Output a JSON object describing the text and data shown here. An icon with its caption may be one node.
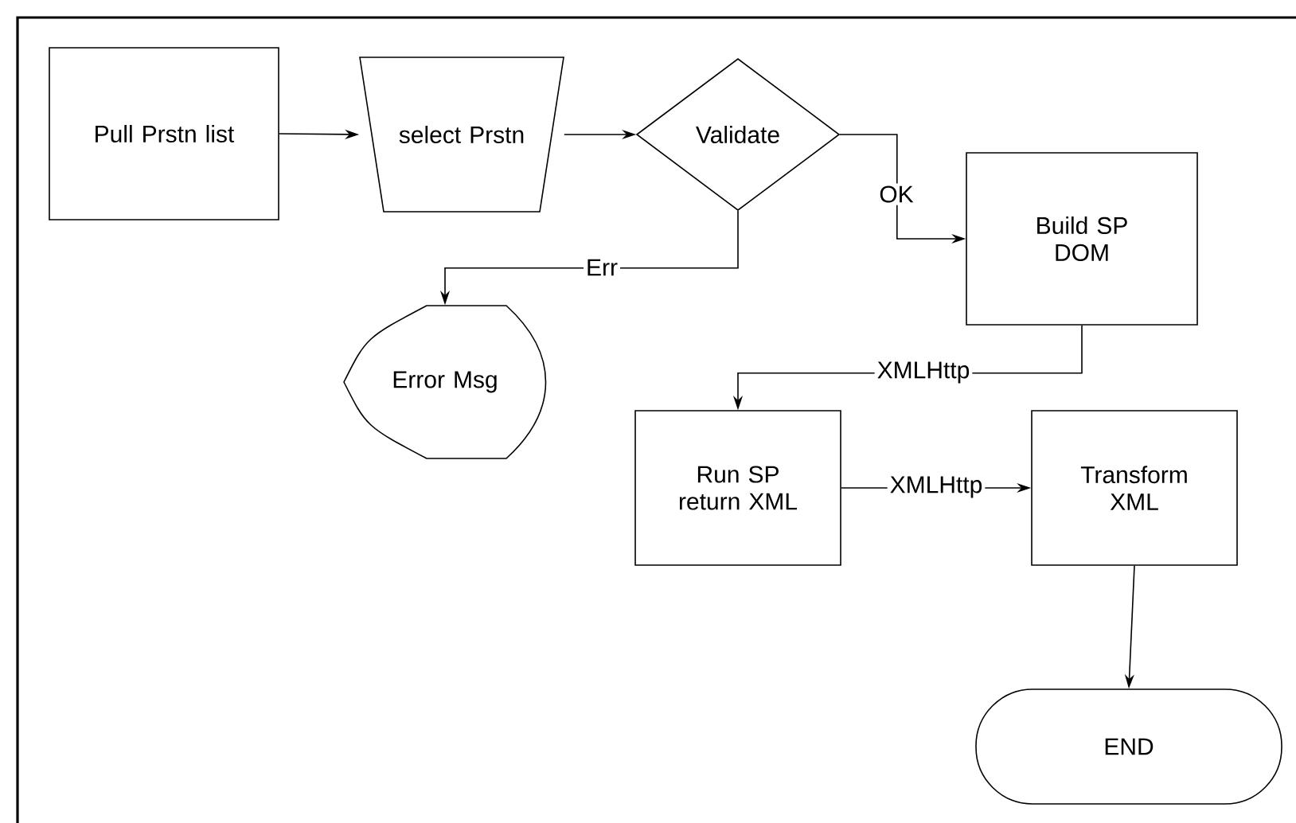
{
  "diagram": {
    "nodes": [
      {
        "text": [
          "Pull Prstn list"
        ]
      },
      {
        "text": [
          "select Prstn"
        ]
      },
      {
        "text": [
          "Validate"
        ]
      },
      {
        "text": [
          "Build SP DOM"
        ]
      },
      {
        "text": [
          "Error Msg"
        ]
      },
      {
        "text": [
          "Run SP return XML"
        ]
      },
      {
        "text": [
          "Transform XML"
        ]
      },
      {
        "text": [
          "END"
        ]
      }
    ],
    "edges": [
      {
        "from": 0,
        "to": 1,
        "arrow": "to"
      },
      {
        "from": 1,
        "to": 2,
        "arrow": "to"
      },
      {
        "from": 2,
        "to": 3,
        "arrow": "to",
        "label": "OK"
      },
      {
        "from": 2,
        "to": 4,
        "arrow": "to",
        "label": "Err"
      },
      {
        "from": 3,
        "to": 5,
        "arrow": "to",
        "label": "XMLHttp"
      },
      {
        "from": 5,
        "to": 6,
        "arrow": "to",
        "label": "XMLHttp"
      },
      {
        "from": 6,
        "to": 7,
        "arrow": "to"
      }
    ]
  }
}
